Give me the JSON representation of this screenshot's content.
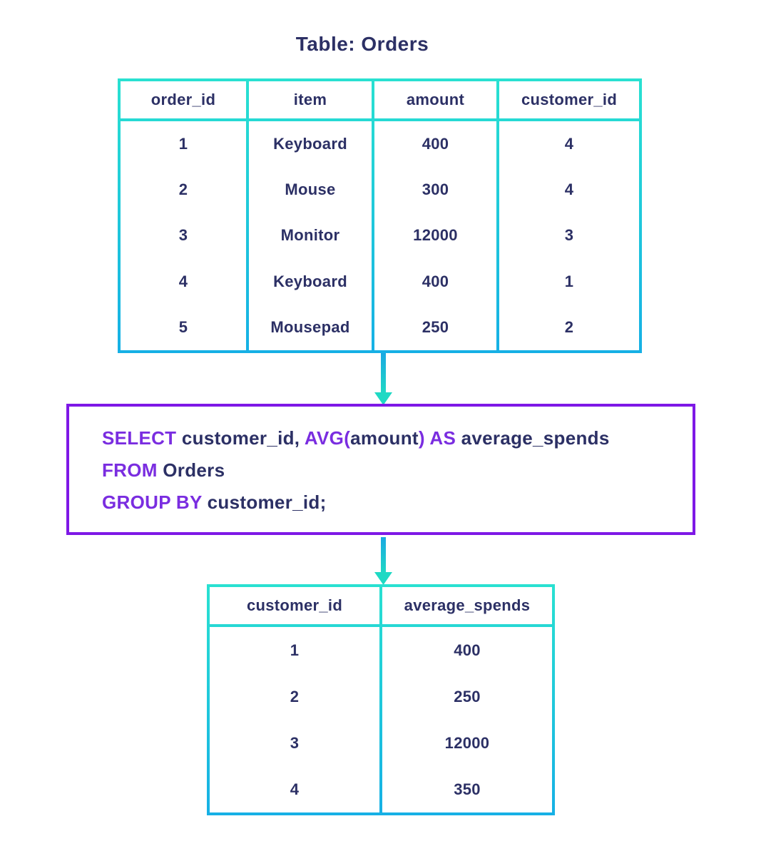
{
  "title": "Table: Orders",
  "orders_table": {
    "columns": [
      "order_id",
      "item",
      "amount",
      "customer_id"
    ],
    "rows": [
      [
        "1",
        "Keyboard",
        "400",
        "4"
      ],
      [
        "2",
        "Mouse",
        "300",
        "4"
      ],
      [
        "3",
        "Monitor",
        "12000",
        "3"
      ],
      [
        "4",
        "Keyboard",
        "400",
        "1"
      ],
      [
        "5",
        "Mousepad",
        "250",
        "2"
      ]
    ]
  },
  "sql_query": {
    "lines": [
      [
        {
          "t": "SELECT ",
          "k": true
        },
        {
          "t": "customer_id, ",
          "k": false
        },
        {
          "t": "AVG(",
          "k": true
        },
        {
          "t": "amount",
          "k": false
        },
        {
          "t": ") AS ",
          "k": true
        },
        {
          "t": "average_spends",
          "k": false
        }
      ],
      [
        {
          "t": "FROM ",
          "k": true
        },
        {
          "t": "Orders",
          "k": false
        }
      ],
      [
        {
          "t": "GROUP BY ",
          "k": true
        },
        {
          "t": "customer_id;",
          "k": false
        }
      ]
    ]
  },
  "result_table": {
    "columns": [
      "customer_id",
      "average_spends"
    ],
    "rows": [
      [
        "1",
        "400"
      ],
      [
        "2",
        "250"
      ],
      [
        "3",
        "12000"
      ],
      [
        "4",
        "350"
      ]
    ]
  },
  "icons": {
    "flow_arrows": "arrow-down-icon"
  },
  "colors": {
    "navy": "#2c3065",
    "keyword-purple": "#7a2de0",
    "box-purple": "#7e18e6",
    "teal-top": "#29e1d1",
    "blue-bottom": "#16b0e5",
    "arrow-top": "#1aa9e2",
    "arrow-bottom": "#1fd9c4"
  }
}
